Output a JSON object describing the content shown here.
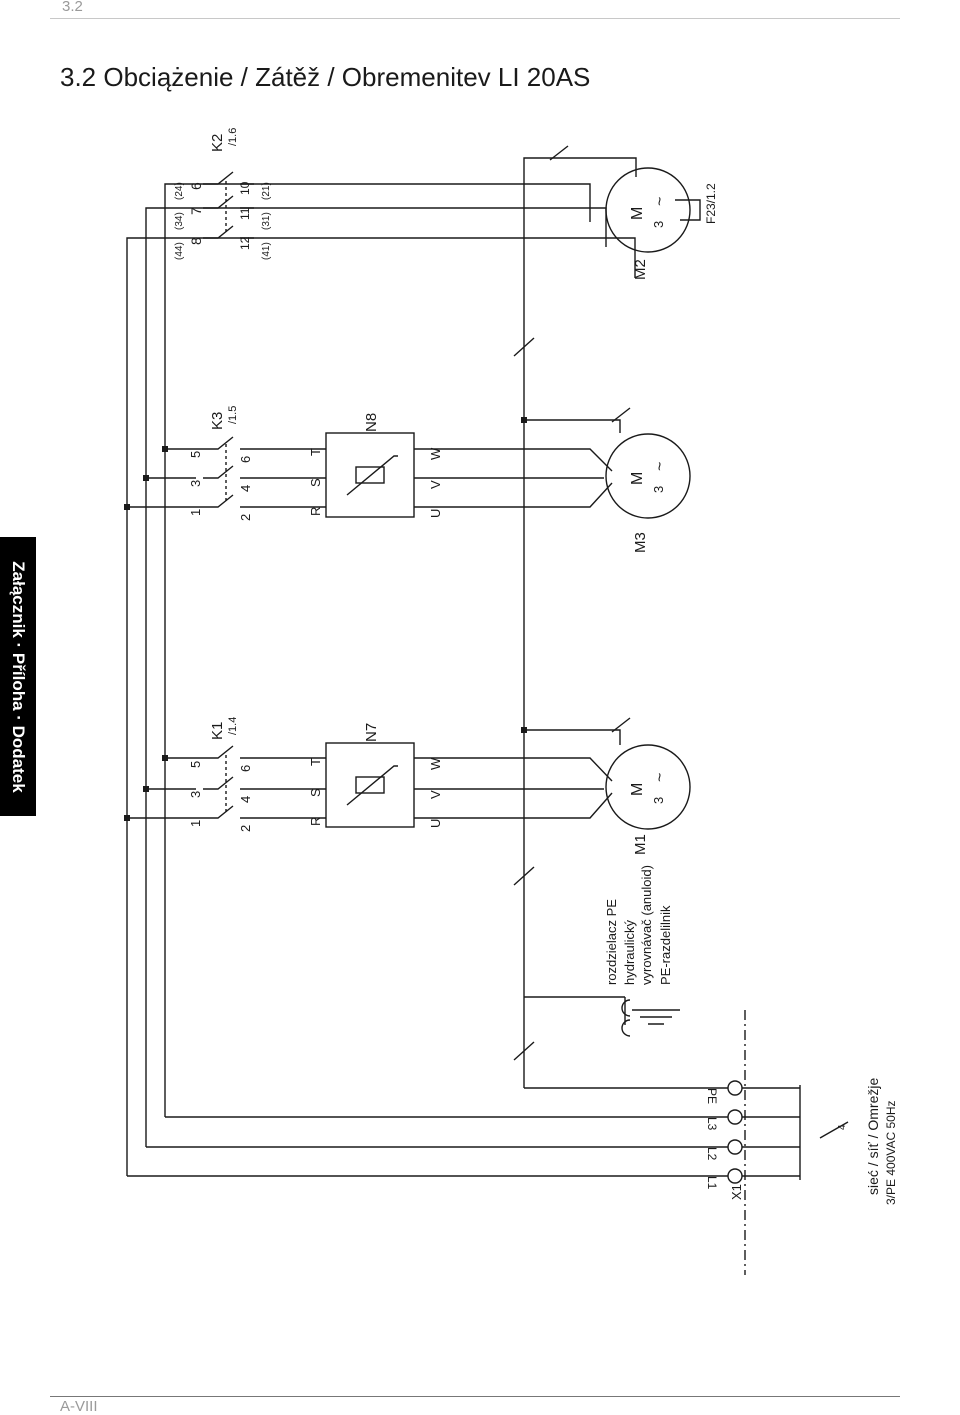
{
  "page_number": "3.2",
  "title": "3.2   Obciążenie / Zátěž / Obremenitev LI 20AS",
  "side_tab": "Załącznik · Příloha · Dodatek",
  "footer": "A-VIII",
  "diagram": {
    "supply": {
      "terminal_block": "X1",
      "terminals": [
        "L1",
        "L2",
        "L3",
        "PE"
      ],
      "wire_count": "4",
      "line1": "sieć / síť / Omrežje",
      "line2": "3/PE 400VAC  50Hz"
    },
    "pe_distributor": [
      "rozdzielacz PE",
      "hydraulický",
      "vyrovnávač (anuloid)",
      "PE-razdelilnik"
    ],
    "contactors": [
      {
        "name": "K1",
        "ref": "/1.4",
        "top": [
          "1",
          "3",
          "5"
        ],
        "bottom": [
          "2",
          "4",
          "6"
        ]
      },
      {
        "name": "K3",
        "ref": "/1.5",
        "top": [
          "1",
          "3",
          "5"
        ],
        "bottom": [
          "2",
          "4",
          "6"
        ]
      },
      {
        "name": "K2",
        "ref": "/1.6",
        "top": [
          "8",
          "7",
          "6"
        ],
        "top_alt": [
          "(44)",
          "(34)",
          "(24)"
        ],
        "bottom": [
          "12",
          "11",
          "10"
        ],
        "bottom_alt": [
          "(41)",
          "(31)",
          "(21)"
        ]
      }
    ],
    "converters": [
      {
        "name": "N7",
        "inputs": [
          "R",
          "S",
          "T"
        ],
        "outputs": [
          "U",
          "V",
          "W"
        ]
      },
      {
        "name": "N8",
        "inputs": [
          "R",
          "S",
          "T"
        ],
        "outputs": [
          "U",
          "V",
          "W"
        ]
      }
    ],
    "motors": [
      {
        "name": "M1",
        "symbol": "M",
        "phase": "3",
        "tilde": "~"
      },
      {
        "name": "M3",
        "symbol": "M",
        "phase": "3",
        "tilde": "~"
      },
      {
        "name": "M2",
        "symbol": "M",
        "phase": "3",
        "tilde": "~",
        "protection": "F23/1.2"
      }
    ]
  }
}
